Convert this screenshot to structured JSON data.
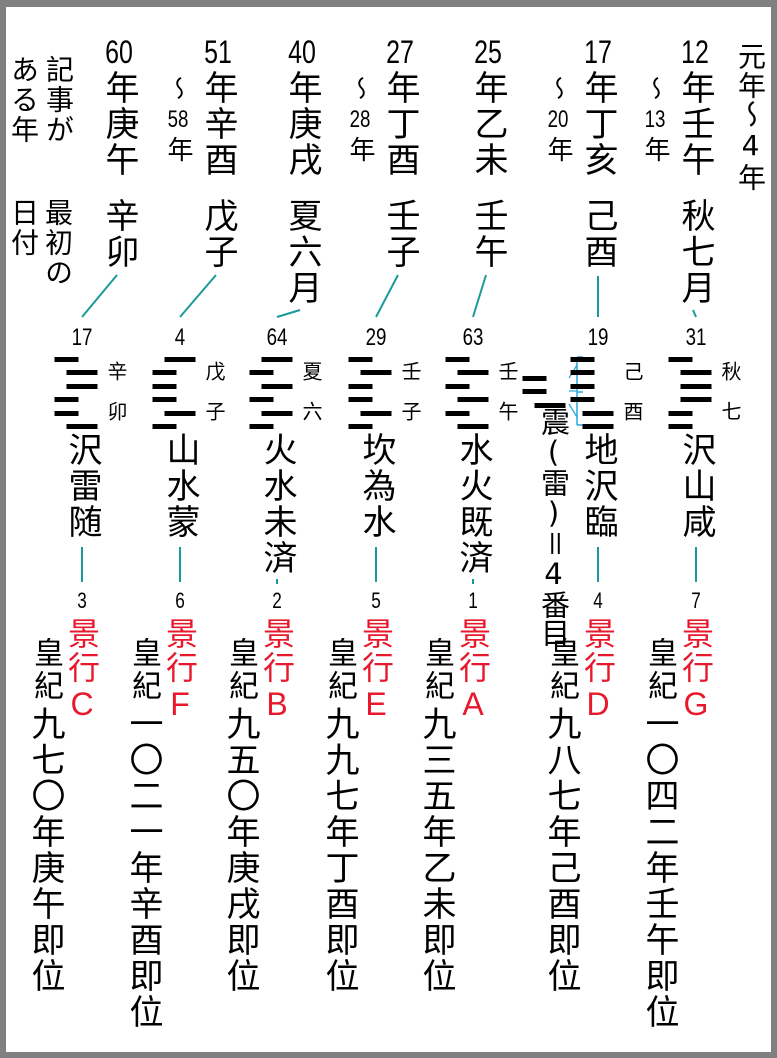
{
  "colors": {
    "connector": "#1a9a9a",
    "keiko": "#e8192c",
    "bracket": "#29a6e0"
  },
  "header": {
    "year_label_1": "記事が",
    "year_label_2": "ある年",
    "date_label_1": "最初の",
    "date_label_2": "日付"
  },
  "first_column": {
    "label": "元年〜4年"
  },
  "columns": [
    {
      "year": "60",
      "year_kanji": "年庚午",
      "range_num": null,
      "date": "辛卯",
      "hex_no": "17",
      "lines": [
        0,
        1,
        1,
        0,
        0,
        1
      ],
      "side": "辛卯",
      "name": "沢雷随",
      "link": "3",
      "keiko": "景行",
      "keiko_letter": "C",
      "kouki": "皇紀",
      "accession": "九七〇年庚午即位"
    },
    {
      "year": "51",
      "year_kanji": "年辛酉",
      "range_tilde": "〜",
      "range_num": "58",
      "range_suffix": "年",
      "date": "戊子",
      "hex_no": "4",
      "lines": [
        1,
        0,
        0,
        0,
        1,
        0
      ],
      "side": "戊子",
      "name": "山水蒙",
      "link": "6",
      "keiko": "景行",
      "keiko_letter": "F",
      "kouki": "皇紀",
      "accession": "一〇二一年辛酉即位"
    },
    {
      "year": "40",
      "year_kanji": "年庚戌",
      "range_num": null,
      "date": "夏六月",
      "hex_no": "64",
      "lines": [
        1,
        0,
        1,
        0,
        1,
        0
      ],
      "side": "夏六",
      "name": "火水未済",
      "link": "2",
      "keiko": "景行",
      "keiko_letter": "B",
      "kouki": "皇紀",
      "accession": "九五〇年庚戌即位"
    },
    {
      "year": "27",
      "year_kanji": "年丁酉",
      "range_tilde": "〜",
      "range_num": "28",
      "range_suffix": "年",
      "date": "壬子",
      "hex_no": "29",
      "lines": [
        0,
        1,
        0,
        0,
        1,
        0
      ],
      "side": "壬子",
      "name": "坎為水",
      "link": "5",
      "keiko": "景行",
      "keiko_letter": "E",
      "kouki": "皇紀",
      "accession": "九九七年丁酉即位"
    },
    {
      "year": "25",
      "year_kanji": "年乙未",
      "range_num": null,
      "date": "壬午",
      "hex_no": "63",
      "lines": [
        0,
        1,
        0,
        1,
        0,
        1
      ],
      "side": "壬午",
      "name": "水火既済",
      "link": "1",
      "keiko": "景行",
      "keiko_letter": "A",
      "kouki": "皇紀",
      "accession": "九三五年乙未即位"
    },
    {
      "year": "17",
      "year_kanji": "年丁亥",
      "range_tilde": "〜",
      "range_num": "20",
      "range_suffix": "年",
      "date": "己酉",
      "hex_no": "19",
      "lines": [
        0,
        0,
        0,
        0,
        1,
        1
      ],
      "side": "己酉",
      "name": "地沢臨",
      "link": "4",
      "keiko": "景行",
      "keiko_letter": "D",
      "kouki": "皇紀",
      "accession": "九八七年己酉即位"
    },
    {
      "year": "12",
      "year_kanji": "年壬午",
      "range_tilde": "〜",
      "range_num": "13",
      "range_suffix": "年",
      "date": "秋七月",
      "hex_no": "31",
      "lines": [
        0,
        1,
        1,
        1,
        0,
        0
      ],
      "side": "秋七",
      "name": "沢山咸",
      "link": "7",
      "keiko": "景行",
      "keiko_letter": "G",
      "kouki": "皇紀",
      "accession": "一〇四二年壬午即位"
    }
  ],
  "trigram_note": {
    "lines": [
      0,
      0,
      1
    ],
    "text": "震(雷)＝4番目"
  }
}
